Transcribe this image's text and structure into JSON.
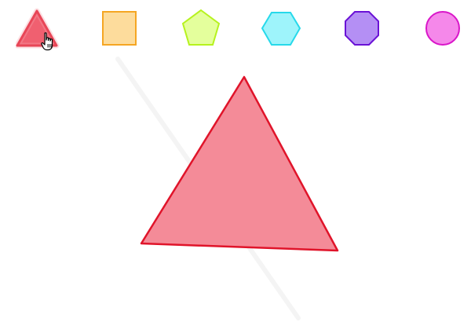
{
  "toolbar": {
    "shapes": [
      {
        "name": "triangle",
        "icon": "triangle-icon",
        "fill": "#f06070",
        "stroke": "#e0142a",
        "selected": true
      },
      {
        "name": "square",
        "icon": "square-icon",
        "fill": "#fddc9c",
        "stroke": "#f5a623",
        "selected": false
      },
      {
        "name": "pentagon",
        "icon": "pentagon-icon",
        "fill": "#e4ff9c",
        "stroke": "#b6f21e",
        "selected": false
      },
      {
        "name": "hexagon",
        "icon": "hexagon-icon",
        "fill": "#9ef4fb",
        "stroke": "#27d9ea",
        "selected": false
      },
      {
        "name": "octagon",
        "icon": "octagon-icon",
        "fill": "#b48ff4",
        "stroke": "#6a12d6",
        "selected": false
      },
      {
        "name": "circle",
        "icon": "circle-icon",
        "fill": "#f588ea",
        "stroke": "#d916c9",
        "selected": false
      }
    ]
  },
  "canvas": {
    "current_shape": "triangle",
    "fill": "#f48b98",
    "stroke": "#e0142a"
  },
  "cursor": {
    "icon": "hand-pointer-icon"
  }
}
